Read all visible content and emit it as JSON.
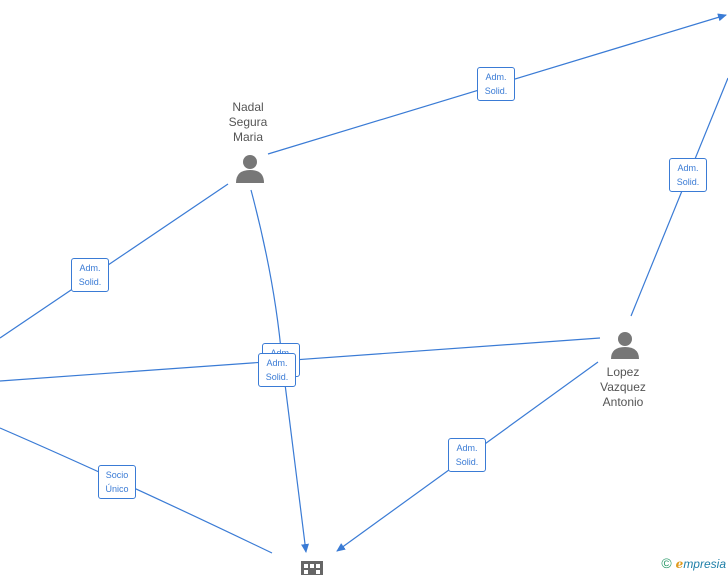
{
  "nodes": {
    "nadal": {
      "name_lines": [
        "Nadal",
        "Segura",
        "Maria"
      ]
    },
    "lopez": {
      "name_lines": [
        "Lopez",
        "Vazquez",
        "Antonio"
      ]
    }
  },
  "edge_labels": {
    "adm_solid": [
      "Adm.",
      "Solid."
    ],
    "socio_unico": [
      "Socio",
      "Único"
    ]
  },
  "colors": {
    "edge": "#3a7bd5",
    "person_icon": "#777777",
    "company_icon": "#666666",
    "label_text": "#555555"
  },
  "brand": {
    "copyright_symbol": "©",
    "initial": "e",
    "rest": "mpresia"
  }
}
